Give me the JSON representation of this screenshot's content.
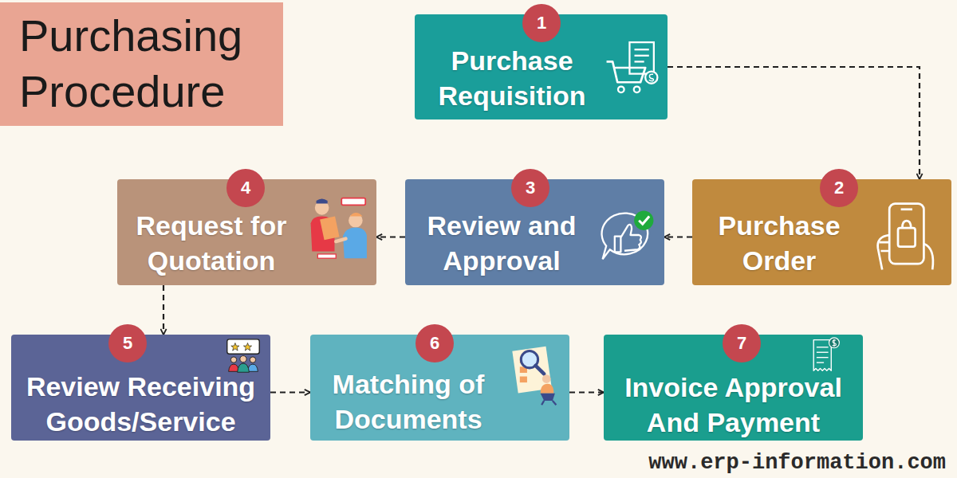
{
  "diagram": {
    "title": "Purchasing Procedure",
    "nodes": [
      {
        "text": [
          "1",
          "Purchase Requisition"
        ]
      },
      {
        "text": [
          "2",
          "Purchase Order"
        ]
      },
      {
        "text": [
          "3",
          "Review and Approval"
        ]
      },
      {
        "text": [
          "4",
          "Request for Quotation"
        ]
      },
      {
        "text": [
          "5",
          "Review Receiving Goods/Service"
        ]
      },
      {
        "text": [
          "6",
          "Matching of Documents"
        ]
      },
      {
        "text": [
          "7",
          "Invoice Approval And Payment"
        ]
      }
    ],
    "edges": [
      {
        "from": 0,
        "to": 1,
        "arrow": "to"
      },
      {
        "from": 1,
        "to": 2,
        "arrow": "to"
      },
      {
        "from": 2,
        "to": 3,
        "arrow": "to"
      },
      {
        "from": 3,
        "to": 4,
        "arrow": "to"
      },
      {
        "from": 4,
        "to": 5,
        "arrow": "to"
      },
      {
        "from": 5,
        "to": 6,
        "arrow": "to"
      }
    ],
    "labels": [
      "www.erp-information.com"
    ]
  }
}
